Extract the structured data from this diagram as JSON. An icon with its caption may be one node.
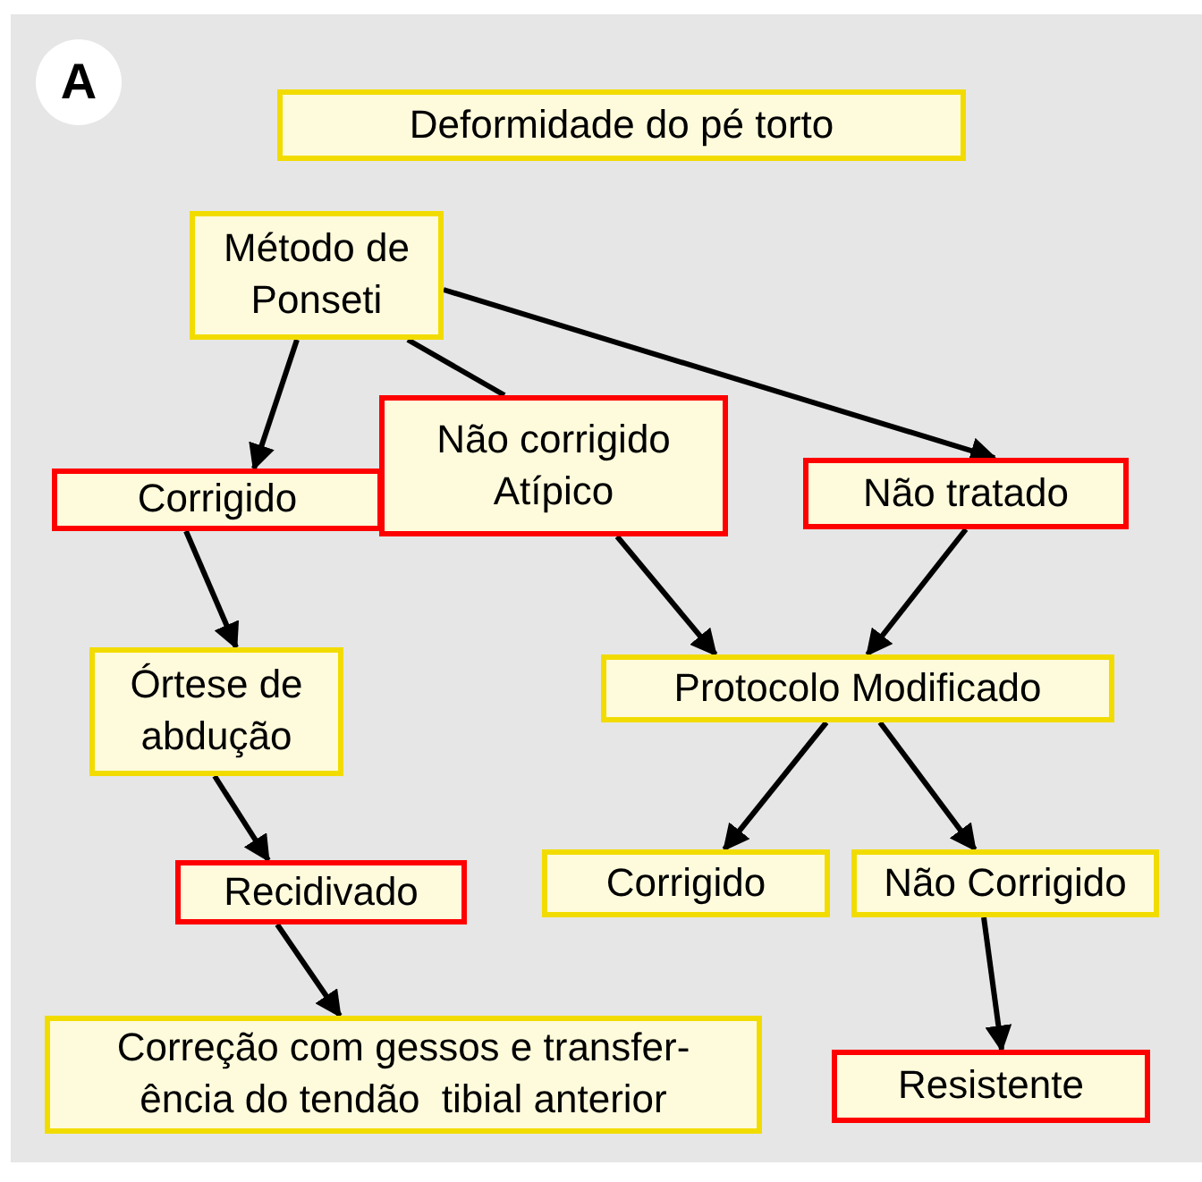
{
  "diagram": {
    "nodes": [
      {
        "text": [
          "Deformidade do pé torto"
        ]
      },
      {
        "text": [
          "Método de Ponseti"
        ]
      },
      {
        "text": [
          "Corrigido"
        ]
      },
      {
        "text": [
          "Não corrigido Atípico"
        ]
      },
      {
        "text": [
          "Não tratado"
        ]
      },
      {
        "text": [
          "Órtese de abdução"
        ]
      },
      {
        "text": [
          "Protocolo Modificado"
        ]
      },
      {
        "text": [
          "Recidivado"
        ]
      },
      {
        "text": [
          "Corrigido"
        ]
      },
      {
        "text": [
          "Não Corrigido"
        ]
      },
      {
        "text": [
          "Correção com gessos e transfer- ência do tendão  tibial anterior"
        ]
      },
      {
        "text": [
          "Resistente"
        ]
      }
    ],
    "edges": [
      {
        "from": 1,
        "to": 2,
        "arrow": "to"
      },
      {
        "from": 1,
        "to": 3,
        "arrow": "none"
      },
      {
        "from": 1,
        "to": 4,
        "arrow": "to"
      },
      {
        "from": 2,
        "to": 5,
        "arrow": "to"
      },
      {
        "from": 3,
        "to": 6,
        "arrow": "to"
      },
      {
        "from": 4,
        "to": 6,
        "arrow": "to"
      },
      {
        "from": 5,
        "to": 7,
        "arrow": "to"
      },
      {
        "from": 6,
        "to": 8,
        "arrow": "to"
      },
      {
        "from": 6,
        "to": 9,
        "arrow": "to"
      },
      {
        "from": 9,
        "to": 11,
        "arrow": "to"
      },
      {
        "from": 7,
        "to": 10,
        "arrow": "to"
      }
    ],
    "labels": [
      "A"
    ]
  }
}
